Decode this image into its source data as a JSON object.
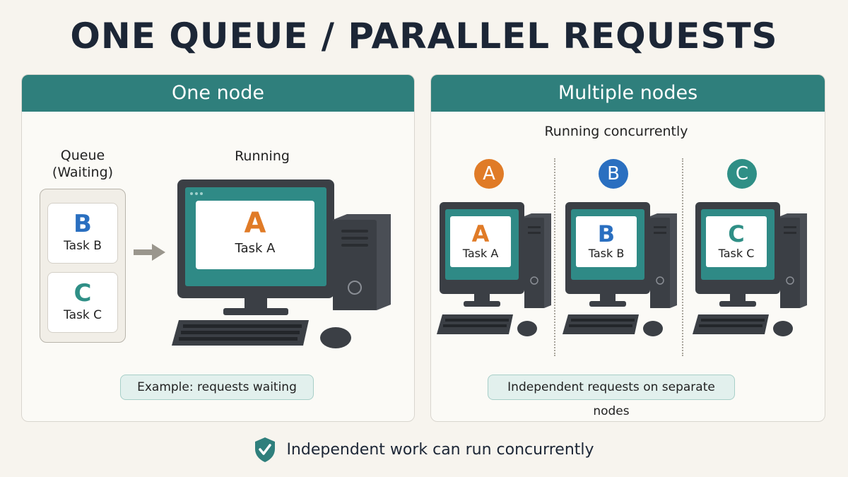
{
  "title": "ONE QUEUE / PARALLEL REQUESTS",
  "colors": {
    "header": "#2f7f7c",
    "task_a": "#e07b27",
    "task_b": "#2a6fc0",
    "task_c": "#2f8f86"
  },
  "left_panel": {
    "header": "One node",
    "queue_label_1": "Queue",
    "queue_label_2": "(Waiting)",
    "running_label": "Running",
    "queue": [
      {
        "letter": "B",
        "name": "Task B"
      },
      {
        "letter": "C",
        "name": "Task C"
      }
    ],
    "screen": {
      "letter": "A",
      "name": "Task A"
    },
    "note": "Example: requests waiting"
  },
  "right_panel": {
    "header": "Multiple nodes",
    "subtitle": "Running concurrently",
    "nodes": [
      {
        "letter": "A",
        "name": "Task A"
      },
      {
        "letter": "B",
        "name": "Task B"
      },
      {
        "letter": "C",
        "name": "Task C"
      }
    ],
    "note": "Independent requests on separate nodes"
  },
  "footer": {
    "text": "Independent work can run concurrently",
    "icon": "shield-check-icon"
  }
}
